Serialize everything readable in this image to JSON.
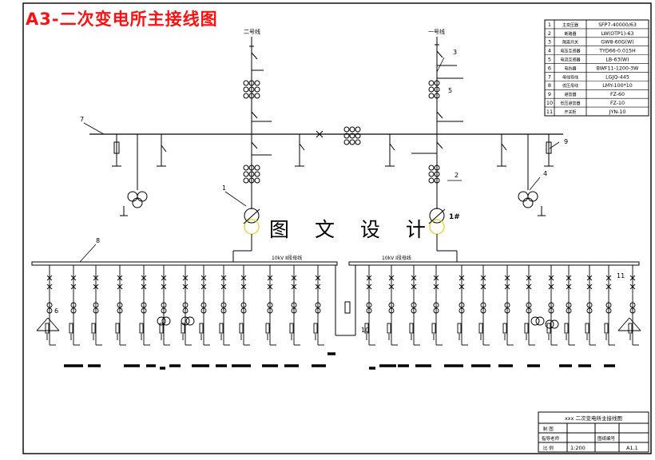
{
  "drawing": {
    "title": "A3-二次变电所主接线图",
    "watermark": "图 文 设 计",
    "incoming_left_label": "二号线",
    "incoming_right_label": "一号线",
    "busbar_left_label": "10kV Ⅱ段母线",
    "busbar_right_label": "10kV Ⅰ段母线",
    "callouts": [
      "1",
      "2",
      "3",
      "4",
      "5",
      "6",
      "7",
      "8",
      "9",
      "10",
      "11"
    ],
    "transformer_mark": "1#"
  },
  "equipment_table": {
    "rows": [
      {
        "no": "1",
        "name": "主变压器",
        "model": "SFP7-40000/63"
      },
      {
        "no": "2",
        "name": "断路器",
        "model": "LW(OTP1)-63"
      },
      {
        "no": "3",
        "name": "隔离开关",
        "model": "GW8-60G(W)"
      },
      {
        "no": "4",
        "name": "电压互感器",
        "model": "TYD66-0.015H"
      },
      {
        "no": "5",
        "name": "电流互感器",
        "model": "LB-63(W)"
      },
      {
        "no": "6",
        "name": "电抗器",
        "model": "BWF11-1200-3W"
      },
      {
        "no": "7",
        "name": "母线导线",
        "model": "LGJQ-445"
      },
      {
        "no": "8",
        "name": "低压母线",
        "model": "LMY-100*10"
      },
      {
        "no": "9",
        "name": "避雷器",
        "model": "FZ-60"
      },
      {
        "no": "10",
        "name": "低压避雷器",
        "model": "FZ-10"
      },
      {
        "no": "11",
        "name": "开关柜",
        "model": "JYN-10"
      }
    ]
  },
  "title_block": {
    "drawing_name": "xxx 二次变电所主接线图",
    "row1_a": "制 图",
    "row2_a": "指导老师",
    "row2_b": "图纸编号",
    "row3_a": "比 例",
    "scale": "1:200",
    "sheet": "A1.1"
  }
}
